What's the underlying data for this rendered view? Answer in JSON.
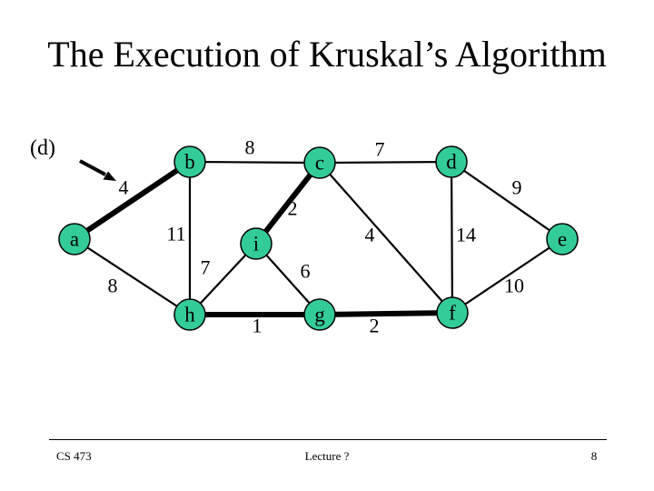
{
  "slide": {
    "title": "The Execution of Kruskal’s Algorithm",
    "step_label": "(d)"
  },
  "footer": {
    "course": "CS 473",
    "lecture": "Lecture ?",
    "page_number": "8"
  },
  "colors": {
    "background": "#ffffff",
    "node_fill": "#33cc99",
    "node_stroke": "#000000",
    "edge_color": "#000000",
    "text_color": "#000000"
  },
  "graph": {
    "nodes": [
      {
        "id": "a",
        "label": "a"
      },
      {
        "id": "b",
        "label": "b"
      },
      {
        "id": "c",
        "label": "c"
      },
      {
        "id": "d",
        "label": "d"
      },
      {
        "id": "e",
        "label": "e"
      },
      {
        "id": "f",
        "label": "f"
      },
      {
        "id": "g",
        "label": "g"
      },
      {
        "id": "h",
        "label": "h"
      },
      {
        "id": "i",
        "label": "i"
      }
    ],
    "edges": [
      {
        "from": "a",
        "to": "b",
        "weight": "4",
        "in_mst": true
      },
      {
        "from": "a",
        "to": "h",
        "weight": "8",
        "in_mst": false
      },
      {
        "from": "b",
        "to": "c",
        "weight": "8",
        "in_mst": false
      },
      {
        "from": "b",
        "to": "h",
        "weight": "11",
        "in_mst": false
      },
      {
        "from": "c",
        "to": "d",
        "weight": "7",
        "in_mst": false
      },
      {
        "from": "c",
        "to": "i",
        "weight": "2",
        "in_mst": true
      },
      {
        "from": "c",
        "to": "f",
        "weight": "4",
        "in_mst": false
      },
      {
        "from": "d",
        "to": "e",
        "weight": "9",
        "in_mst": false
      },
      {
        "from": "d",
        "to": "f",
        "weight": "14",
        "in_mst": false
      },
      {
        "from": "e",
        "to": "f",
        "weight": "10",
        "in_mst": false
      },
      {
        "from": "h",
        "to": "i",
        "weight": "7",
        "in_mst": false
      },
      {
        "from": "h",
        "to": "g",
        "weight": "1",
        "in_mst": true
      },
      {
        "from": "i",
        "to": "g",
        "weight": "6",
        "in_mst": false
      },
      {
        "from": "g",
        "to": "f",
        "weight": "2",
        "in_mst": true
      }
    ]
  }
}
